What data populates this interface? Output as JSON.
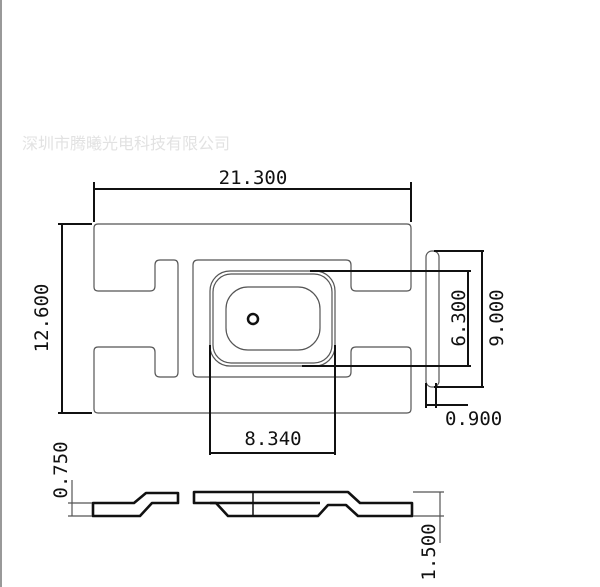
{
  "watermark": "深圳市腾曦光电科技有限公司",
  "dimensions": {
    "length": "21.300",
    "width": "12.600",
    "lens_height": "6.300",
    "strip_height": "9.000",
    "strip_width": "0.900",
    "lens_width": "8.340",
    "thickness_step": "0.750",
    "total_thickness": "1.500"
  }
}
